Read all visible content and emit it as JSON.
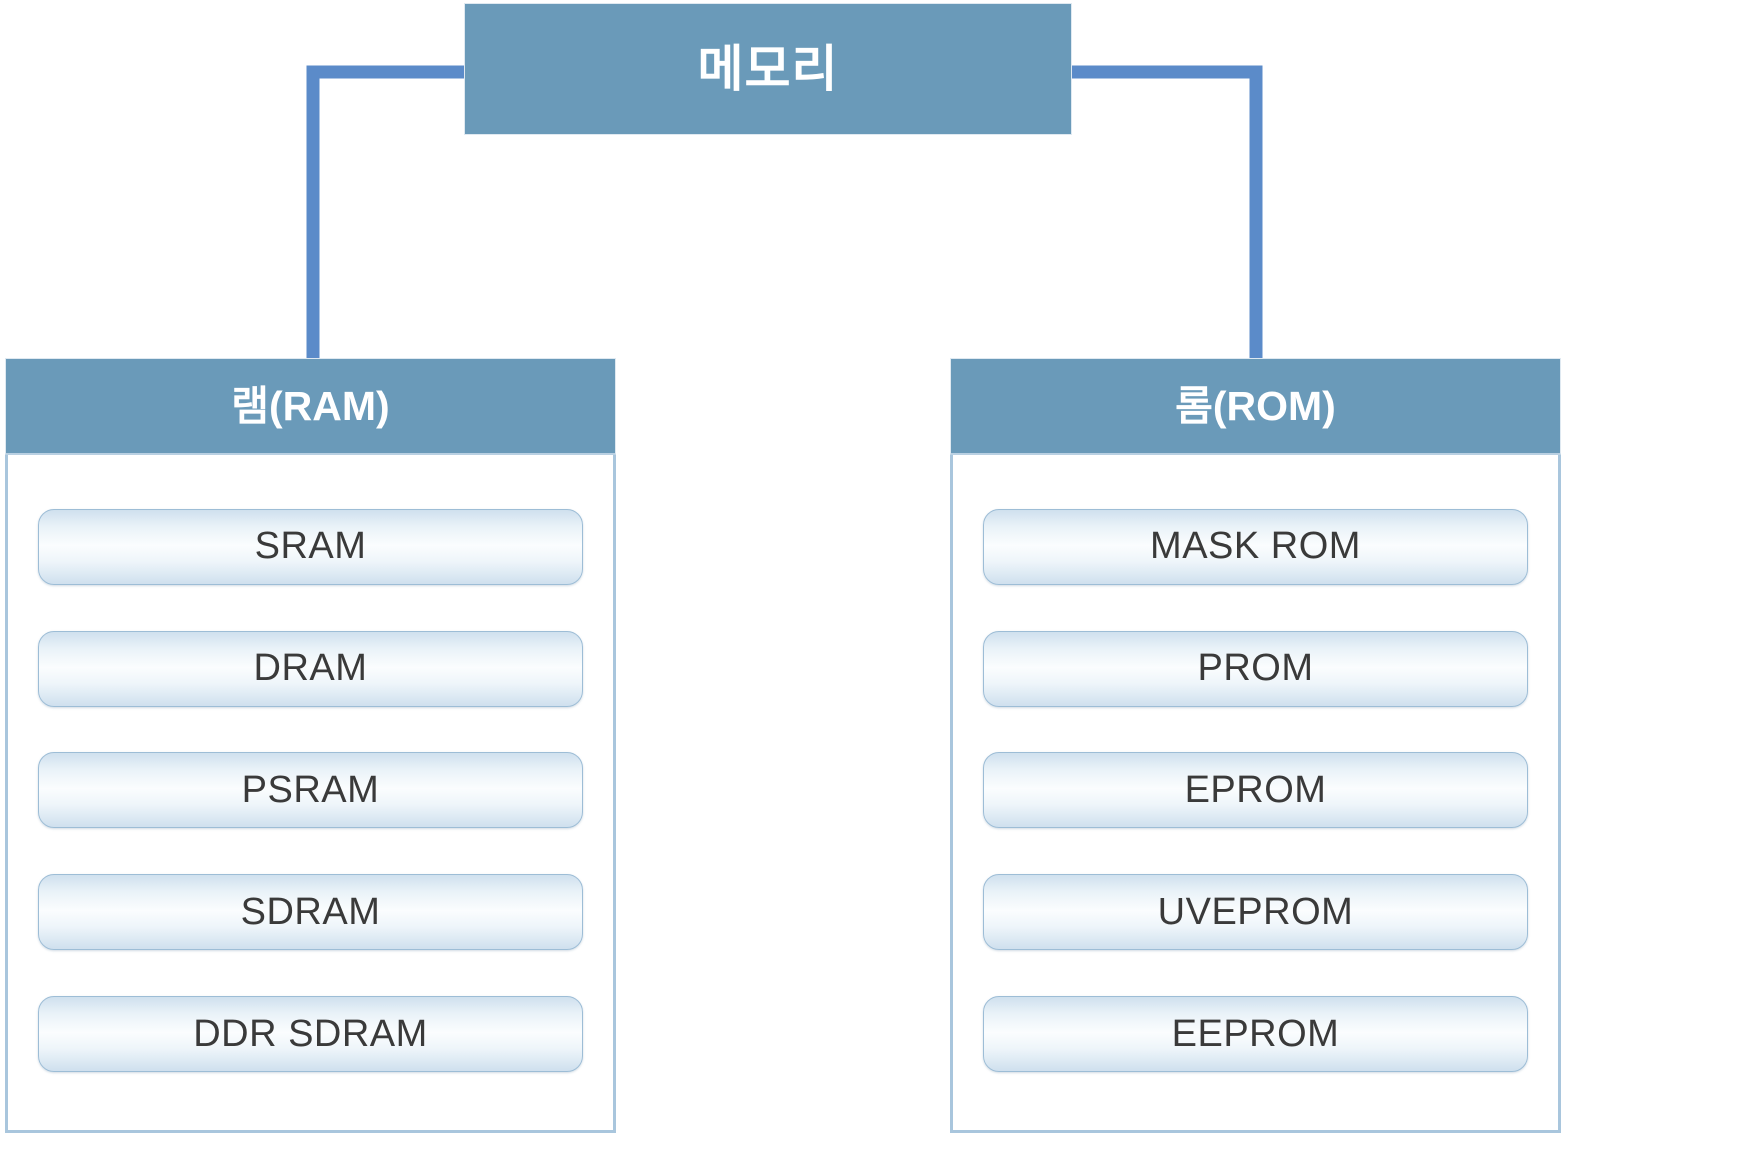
{
  "diagram": {
    "title": "메모리",
    "root": {
      "label": "메모리"
    },
    "branches": [
      {
        "title": "램(RAM)",
        "items": [
          "SRAM",
          "DRAM",
          "PSRAM",
          "SDRAM",
          "DDR SDRAM"
        ]
      },
      {
        "title": "롬(ROM)",
        "items": [
          "MASK ROM",
          "PROM",
          "EPROM",
          "UVEPROM",
          "EEPROM"
        ]
      }
    ],
    "colors": {
      "header_fill": "#6a9ab9",
      "connector": "#5b8bc9",
      "panel_border": "#a9c6dd",
      "chip_border": "#9dbdd6",
      "chip_text": "#3a3a3a",
      "header_text": "#ffffff"
    },
    "connectors": [
      {
        "from": "메모리",
        "to": "램(RAM)"
      },
      {
        "from": "메모리",
        "to": "롬(ROM)"
      }
    ]
  }
}
